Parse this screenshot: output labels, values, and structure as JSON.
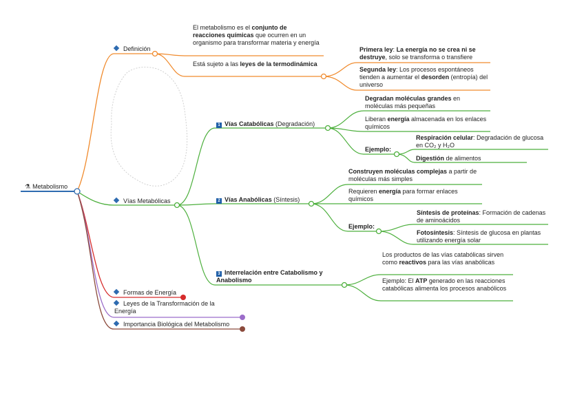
{
  "root": {
    "label": "Metabolismo",
    "icon": "flask-icon"
  },
  "branches": {
    "definicion": {
      "label": "Definición"
    },
    "vias": {
      "label": "Vías Metabólicas"
    },
    "formas": {
      "label": "Formas de Energía"
    },
    "leyes": {
      "label": "Leyes de la Transformación de la Energía"
    },
    "importancia": {
      "label": "Importancia Biológica del Metabolismo"
    }
  },
  "definicion": {
    "text1": [
      {
        "t": "El metabolismo es el "
      },
      {
        "t": "conjunto de reacciones químicas",
        "b": true
      },
      {
        "t": " que ocurren en un organismo para transformar materia y energía"
      }
    ],
    "text2": [
      {
        "t": "Está sujeto a las "
      },
      {
        "t": "leyes de la termodinámica",
        "b": true
      }
    ],
    "ley1": [
      {
        "t": "Primera ley",
        "b": true
      },
      {
        "t": ": "
      },
      {
        "t": "La energía no se crea ni se destruye",
        "b": true
      },
      {
        "t": ", solo se transforma o transfiere"
      }
    ],
    "ley2": [
      {
        "t": "Segunda ley",
        "b": true
      },
      {
        "t": ": Los procesos espontáneos tienden a aumentar el "
      },
      {
        "t": "desorden",
        "b": true
      },
      {
        "t": " (entropía) del universo"
      }
    ]
  },
  "catabolicas": {
    "num": "1",
    "title": [
      {
        "t": "Vías Catabólicas",
        "b": true
      },
      {
        "t": " (Degradación)"
      }
    ],
    "c1": [
      {
        "t": "Degradan moléculas grandes",
        "b": true
      },
      {
        "t": " en moléculas más pequeñas"
      }
    ],
    "c2": [
      {
        "t": "Liberan "
      },
      {
        "t": "energía",
        "b": true
      },
      {
        "t": " almacenada en los enlaces químicos"
      }
    ],
    "ejemplo": "Ejemplo:",
    "e1": [
      {
        "t": "Respiración celular",
        "b": true
      },
      {
        "t": ": Degradación de glucosa en CO₂ y H₂O"
      }
    ],
    "e2": [
      {
        "t": "Digestión",
        "b": true
      },
      {
        "t": " de alimentos"
      }
    ]
  },
  "anabolicas": {
    "num": "2",
    "title": [
      {
        "t": "Vías Anabólicas",
        "b": true
      },
      {
        "t": " (Síntesis)"
      }
    ],
    "c1": [
      {
        "t": "Construyen moléculas complejas",
        "b": true
      },
      {
        "t": " a partir de moléculas más simples"
      }
    ],
    "c2": [
      {
        "t": "Requieren "
      },
      {
        "t": "energía",
        "b": true
      },
      {
        "t": " para formar enlaces químicos"
      }
    ],
    "ejemplo": "Ejemplo:",
    "e1": [
      {
        "t": "Síntesis de proteínas",
        "b": true
      },
      {
        "t": ": Formación de cadenas de aminoácidos"
      }
    ],
    "e2": [
      {
        "t": "Fotosíntesis",
        "b": true
      },
      {
        "t": ": Síntesis de glucosa en plantas utilizando energía solar"
      }
    ]
  },
  "interrelacion": {
    "num": "3",
    "title": [
      {
        "t": "Interrelación entre Catabolismo y Anabolismo",
        "b": true
      }
    ],
    "c1": [
      {
        "t": "Los productos de las vías catabólicas sirven como "
      },
      {
        "t": "reactivos",
        "b": true
      },
      {
        "t": " para las vías anabólicas"
      }
    ],
    "c2": [
      {
        "t": "Ejemplo: El "
      },
      {
        "t": "ATP",
        "b": true
      },
      {
        "t": " generado en las reacciones catabólicas alimenta los procesos anabólicos"
      }
    ]
  },
  "colors": {
    "orange": "#f08a2c",
    "green": "#4caf3c",
    "red": "#d62b2b",
    "purple": "#9b6cc9",
    "brown": "#8b4a3c",
    "root": "#2e6bb0"
  }
}
